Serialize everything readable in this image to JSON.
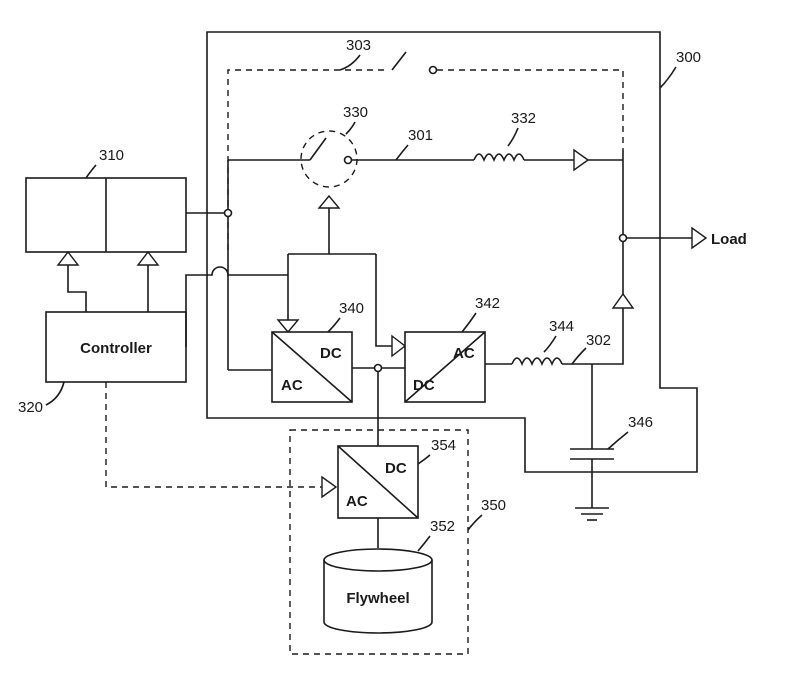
{
  "labels": {
    "controller": "Controller",
    "flywheel": "Flywheel",
    "load": "Load",
    "conv340_dc": "DC",
    "conv340_ac": "AC",
    "conv342_ac": "AC",
    "conv342_dc": "DC",
    "conv354_dc": "DC",
    "conv354_ac": "AC"
  },
  "refs": {
    "r300": "300",
    "r301": "301",
    "r302": "302",
    "r303": "303",
    "r310": "310",
    "r320": "320",
    "r330": "330",
    "r332": "332",
    "r340": "340",
    "r342": "342",
    "r344": "344",
    "r346": "346",
    "r350": "350",
    "r352": "352",
    "r354": "354"
  }
}
